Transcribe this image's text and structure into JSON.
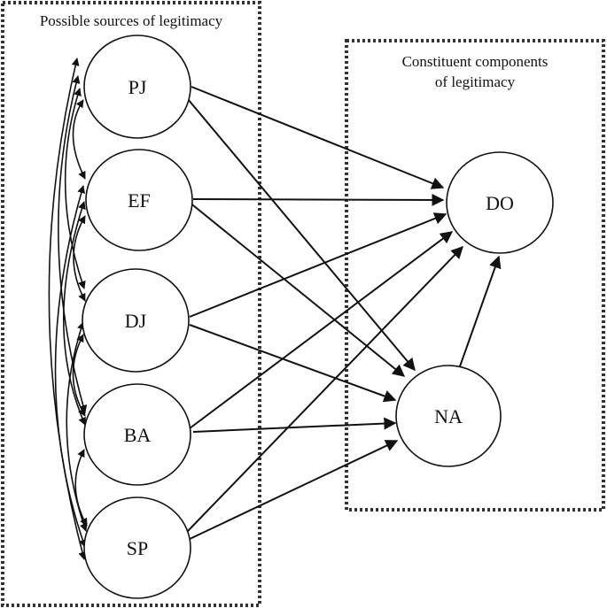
{
  "diagram": {
    "boxes": {
      "sources": {
        "title": "Possible sources of legitimacy"
      },
      "components": {
        "title_line1": "Constituent components",
        "title_line2": "of legitimacy"
      }
    },
    "nodes": {
      "pj": "PJ",
      "ef": "EF",
      "dj": "DJ",
      "ba": "BA",
      "sp": "SP",
      "do": "DO",
      "na": "NA"
    }
  }
}
